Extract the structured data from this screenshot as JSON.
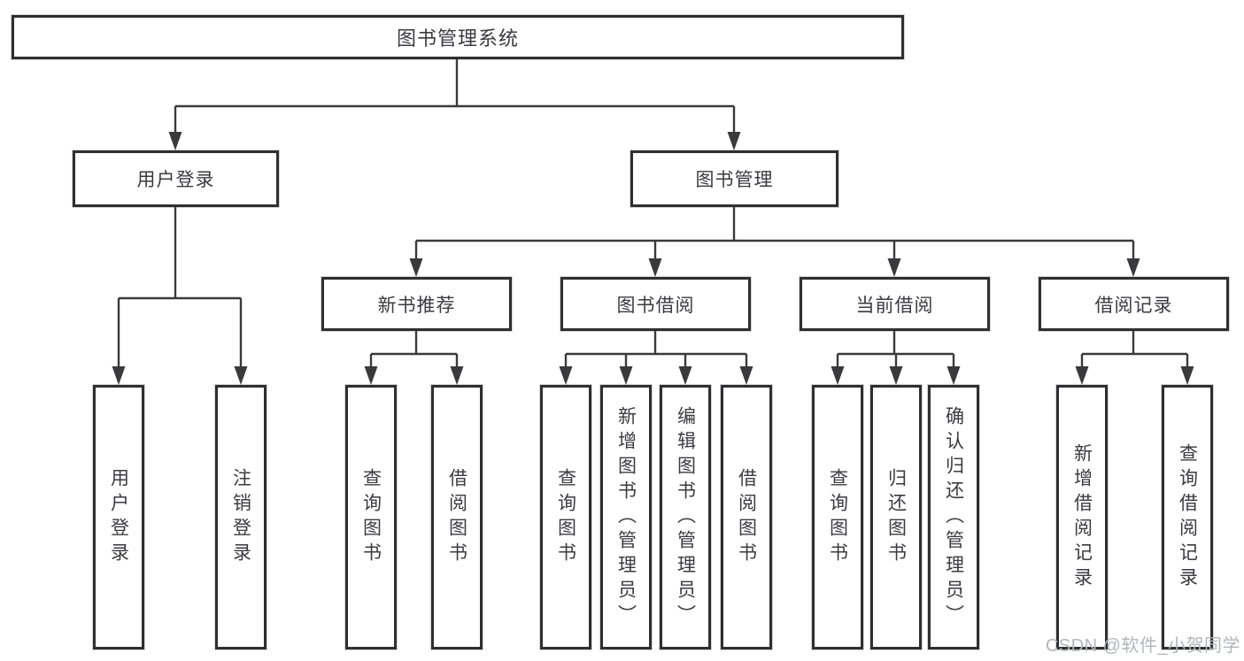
{
  "root": {
    "label": "图书管理系统"
  },
  "level2": [
    {
      "label": "用户登录"
    },
    {
      "label": "图书管理"
    }
  ],
  "level3": [
    {
      "label": "新书推荐"
    },
    {
      "label": "图书借阅"
    },
    {
      "label": "当前借阅"
    },
    {
      "label": "借阅记录"
    }
  ],
  "leaves": [
    {
      "label": "用户登录"
    },
    {
      "label": "注销登录"
    },
    {
      "label": "查询图书"
    },
    {
      "label": "借阅图书"
    },
    {
      "label": "查询图书"
    },
    {
      "label": "新增图书（管理员）"
    },
    {
      "label": "编辑图书（管理员）"
    },
    {
      "label": "借阅图书"
    },
    {
      "label": "查询图书"
    },
    {
      "label": "归还图书"
    },
    {
      "label": "确认归还（管理员）"
    },
    {
      "label": "新增借阅记录"
    },
    {
      "label": "查询借阅记录"
    }
  ],
  "watermark": "CSDN @软件_小贺同学",
  "colors": {
    "line": "#3a3a3c",
    "border": "#2f2f31",
    "text": "#3b3b40",
    "watermark": "#b3b6ba"
  }
}
